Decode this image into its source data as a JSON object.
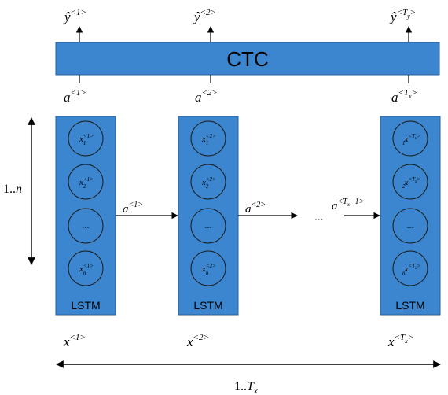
{
  "colors": {
    "box_fill": "#3b86cf",
    "box_stroke": "#2a5f99",
    "line": "#000000",
    "background": "#ffffff"
  },
  "ctc": {
    "label": "CTC"
  },
  "outputs": {
    "y1": {
      "base": "ŷ",
      "sup": "<1>"
    },
    "y2": {
      "base": "ŷ",
      "sup": "<2>"
    },
    "yT": {
      "base": "ŷ",
      "sup": "<T",
      "sub": "y",
      "close": ">"
    }
  },
  "top_activations": {
    "a1": {
      "base": "a",
      "sup": "<1>"
    },
    "a2": {
      "base": "a",
      "sup": "<2>"
    },
    "aT": {
      "base": "a",
      "sup": "<T",
      "sub": "x",
      "close": ">"
    }
  },
  "lstm": {
    "label": "LSTM",
    "ellipsis": "...",
    "col1": {
      "cells": {
        "c1": {
          "base": "x",
          "sub": "1",
          "sup": "<1>"
        },
        "c2": {
          "base": "x",
          "sub": "2",
          "sup": "<1>"
        },
        "c4": {
          "base": "x",
          "sub": "n",
          "sup": "<1>"
        }
      }
    },
    "col2": {
      "cells": {
        "c1": {
          "base": "x",
          "sub": "1",
          "sup": "<2>"
        },
        "c2": {
          "base": "x",
          "sub": "2",
          "sup": "<2>"
        },
        "c4": {
          "base": "x",
          "sub": "n",
          "sup": "<2>"
        }
      }
    },
    "col3": {
      "cells": {
        "c1": {
          "base": "x",
          "sub": "1",
          "sup": "<T",
          "supsub": "x",
          "close": ">"
        },
        "c2": {
          "base": "x",
          "sub": "2",
          "sup": "<T",
          "supsub": "x",
          "close": ">"
        },
        "c4": {
          "base": "x",
          "sub": "n",
          "sup": "<T",
          "supsub": "x",
          "close": ">"
        }
      }
    }
  },
  "recurrent": {
    "r1": {
      "base": "a",
      "sup": "<1>"
    },
    "r2": {
      "base": "a",
      "sup": "<2>"
    },
    "r3": {
      "base": "a",
      "sup": "<T",
      "sub": "x",
      "tail": "−1>"
    },
    "dots": "..."
  },
  "inputs": {
    "x1": {
      "base": "x",
      "sup": "<1>"
    },
    "x2": {
      "base": "x",
      "sup": "<2>"
    },
    "xT": {
      "base": "x",
      "sup": "<T",
      "sub": "x",
      "close": ">"
    }
  },
  "axes": {
    "vertical": {
      "label": "1..",
      "var": "n"
    },
    "horizontal": {
      "label": "1..",
      "var": "T",
      "sub": "x"
    }
  }
}
